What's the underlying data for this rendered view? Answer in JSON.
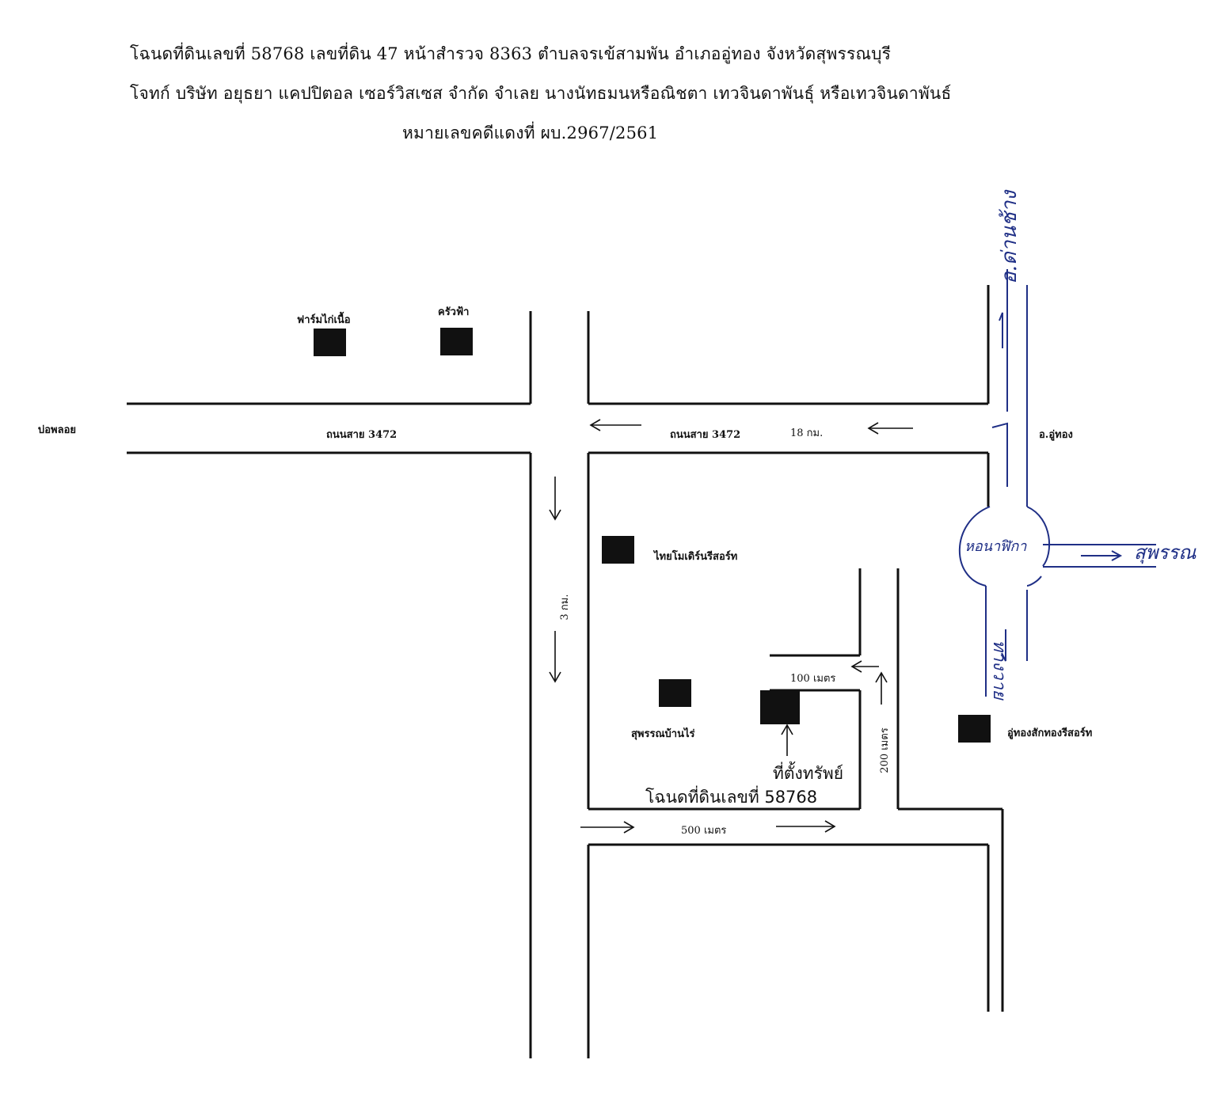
{
  "header": {
    "line1": "โฉนดที่ดินเลขที่  58768  เลขที่ดิน  47  หน้าสำรวจ 8363  ตำบลจรเข้สามพัน   อำเภออู่ทอง   จังหวัดสุพรรณบุรี",
    "line2": "โจทก์ บริษัท อยุธยา แคปปิตอล เซอร์วิสเซส จำกัด จำเลย นางนัทธมนหรือณิชตา เทวจินดาพันธุ์ หรือเทวจินดาพันธ์",
    "line3": "หมายเลขคดีแดงที่ ผบ.2967/2561"
  },
  "map": {
    "roads": {
      "west_place": "บ่อพลอย",
      "road_name_left": "ถนนสาย 3472",
      "road_name_right": "ถนนสาย 3472",
      "distance_east": "18 กม.",
      "east_place": "อ.อู่ทอง",
      "distance_south": "3 กม.",
      "distance_bottom": "500 เมตร",
      "distance_side": "100 เมตร",
      "distance_lane": "200 เมตร"
    },
    "buildings": {
      "farm": "ฟาร์มไก่เนื้อ",
      "kitchen": "ครัวฟ้า",
      "thaimodern": "ไทยโมเดิร์นรีสอร์ท",
      "suphanbanrai": "สุพรรณบ้านไร่",
      "uthong_resort": "อู่ทองสักทองรีสอร์ท"
    },
    "property": {
      "label": "ที่ตั้งทรัพย์",
      "deed": "โฉนดที่ดินเลขที่  58768"
    },
    "handwritten": {
      "north": "อ.ด่านช้าง",
      "circle": "หอนาฬิกา",
      "east": "สุพรรณ",
      "south": "ทางวาย"
    },
    "colors": {
      "ink": "#1f2f86",
      "print": "#111111"
    }
  }
}
